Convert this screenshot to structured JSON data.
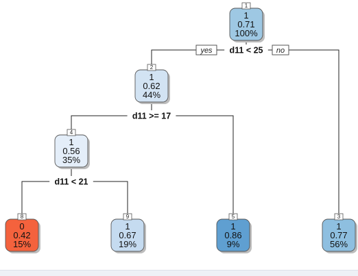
{
  "tree": {
    "colors": {
      "edge": "#222222",
      "node_border": "#555555",
      "shadow": "#bdbdbd",
      "label_border": "#444444"
    },
    "branch_labels": {
      "yes": "yes",
      "no": "no"
    },
    "nodes": [
      {
        "id": "1",
        "class": "1",
        "prob": "0.71",
        "pct": "100%",
        "fill": "#9ec8e3"
      },
      {
        "id": "2",
        "class": "1",
        "prob": "0.62",
        "pct": "44%",
        "fill": "#d2e3f3"
      },
      {
        "id": "4",
        "class": "1",
        "prob": "0.56",
        "pct": "35%",
        "fill": "#e4eef9"
      },
      {
        "id": "8",
        "class": "0",
        "prob": "0.42",
        "pct": "15%",
        "fill": "#f4623d"
      },
      {
        "id": "9",
        "class": "1",
        "prob": "0.67",
        "pct": "19%",
        "fill": "#c5dbf0"
      },
      {
        "id": "5",
        "class": "1",
        "prob": "0.86",
        "pct": "9%",
        "fill": "#5f9fd1"
      },
      {
        "id": "3",
        "class": "1",
        "prob": "0.77",
        "pct": "56%",
        "fill": "#8ebfe0"
      }
    ],
    "splits": [
      {
        "parent": "1",
        "text": "d11 < 25"
      },
      {
        "parent": "2",
        "text": "d11 >= 17"
      },
      {
        "parent": "4",
        "text": "d11 < 21"
      }
    ]
  }
}
